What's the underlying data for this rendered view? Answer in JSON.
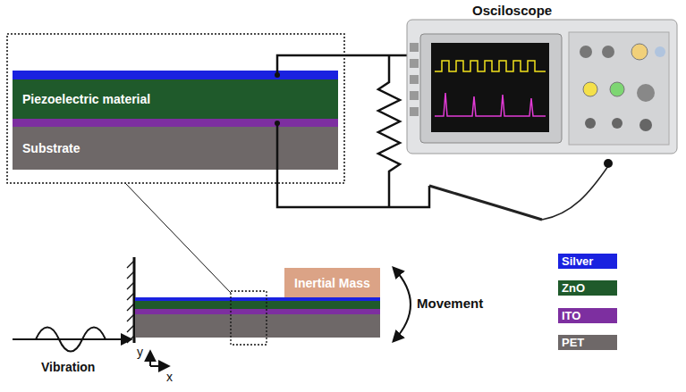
{
  "diagram": {
    "nodes": [
      {
        "text": [
          "Piezoelectric material"
        ]
      },
      {
        "text": [
          "Substrate"
        ]
      },
      {
        "text": [
          "Inertial Mass"
        ]
      }
    ],
    "labels": [
      "Osciloscope",
      "Movement",
      "Vibration",
      "y",
      "x"
    ],
    "legend": [
      {
        "text": "Silver",
        "color": "#1a22e0"
      },
      {
        "text": "ZnO",
        "color": "#1f5a2b"
      },
      {
        "text": "ITO",
        "color": "#7d2fa0"
      },
      {
        "text": "PET",
        "color": "#6e6868"
      }
    ]
  }
}
